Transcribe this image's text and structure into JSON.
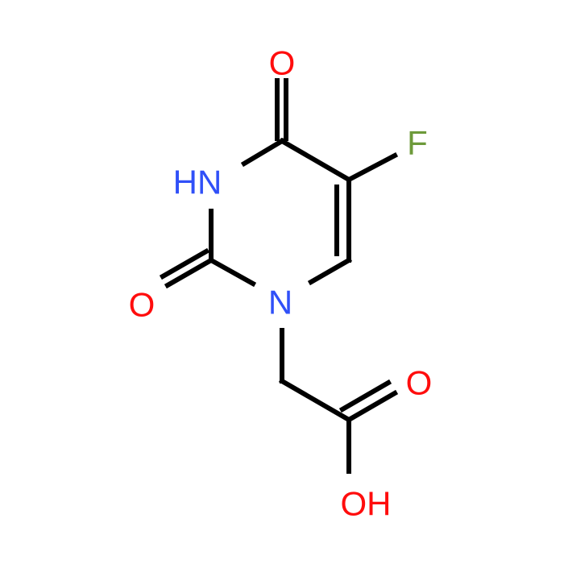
{
  "colors": {
    "oxygen": "#ff0d0d",
    "nitrogen": "#3050f8",
    "fluorine": "#6d9a3a",
    "bond": "#000000",
    "background": "#ffffff"
  },
  "atoms": {
    "o_top": "O",
    "f": "F",
    "hn": "HN",
    "o_left": "O",
    "n": "N",
    "o_acid": "O",
    "oh": "OH"
  }
}
